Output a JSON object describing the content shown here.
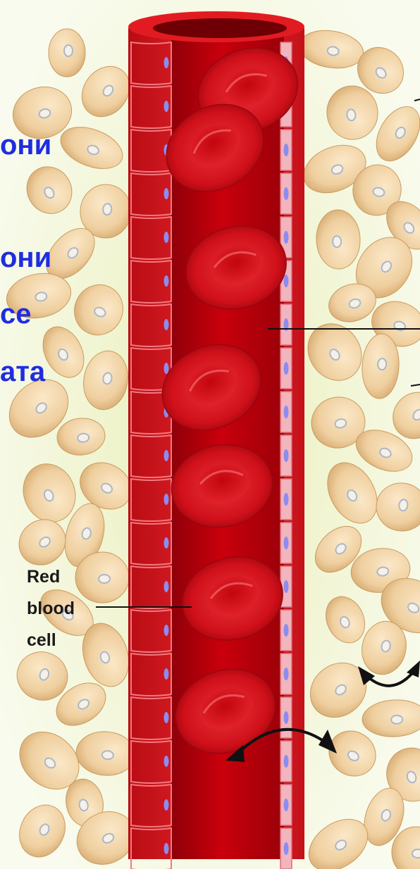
{
  "colors": {
    "blood": "#c8000c",
    "blood_dark": "#8a0008",
    "vessel_wall": "#d8141c",
    "endothelium": "#f2b4bd",
    "nucleus": "#8c8cf0",
    "tissue_cell": "#efd0a4",
    "tissue_background": "#eef1c8",
    "overlay_text": "#1f2de0",
    "label_text": "#1a1a1a"
  },
  "overlay_text_fragments": [
    "они",
    "они",
    "се",
    "ата"
  ],
  "labels": {
    "red_blood_cell": [
      "Red",
      "blood",
      "cell"
    ]
  }
}
